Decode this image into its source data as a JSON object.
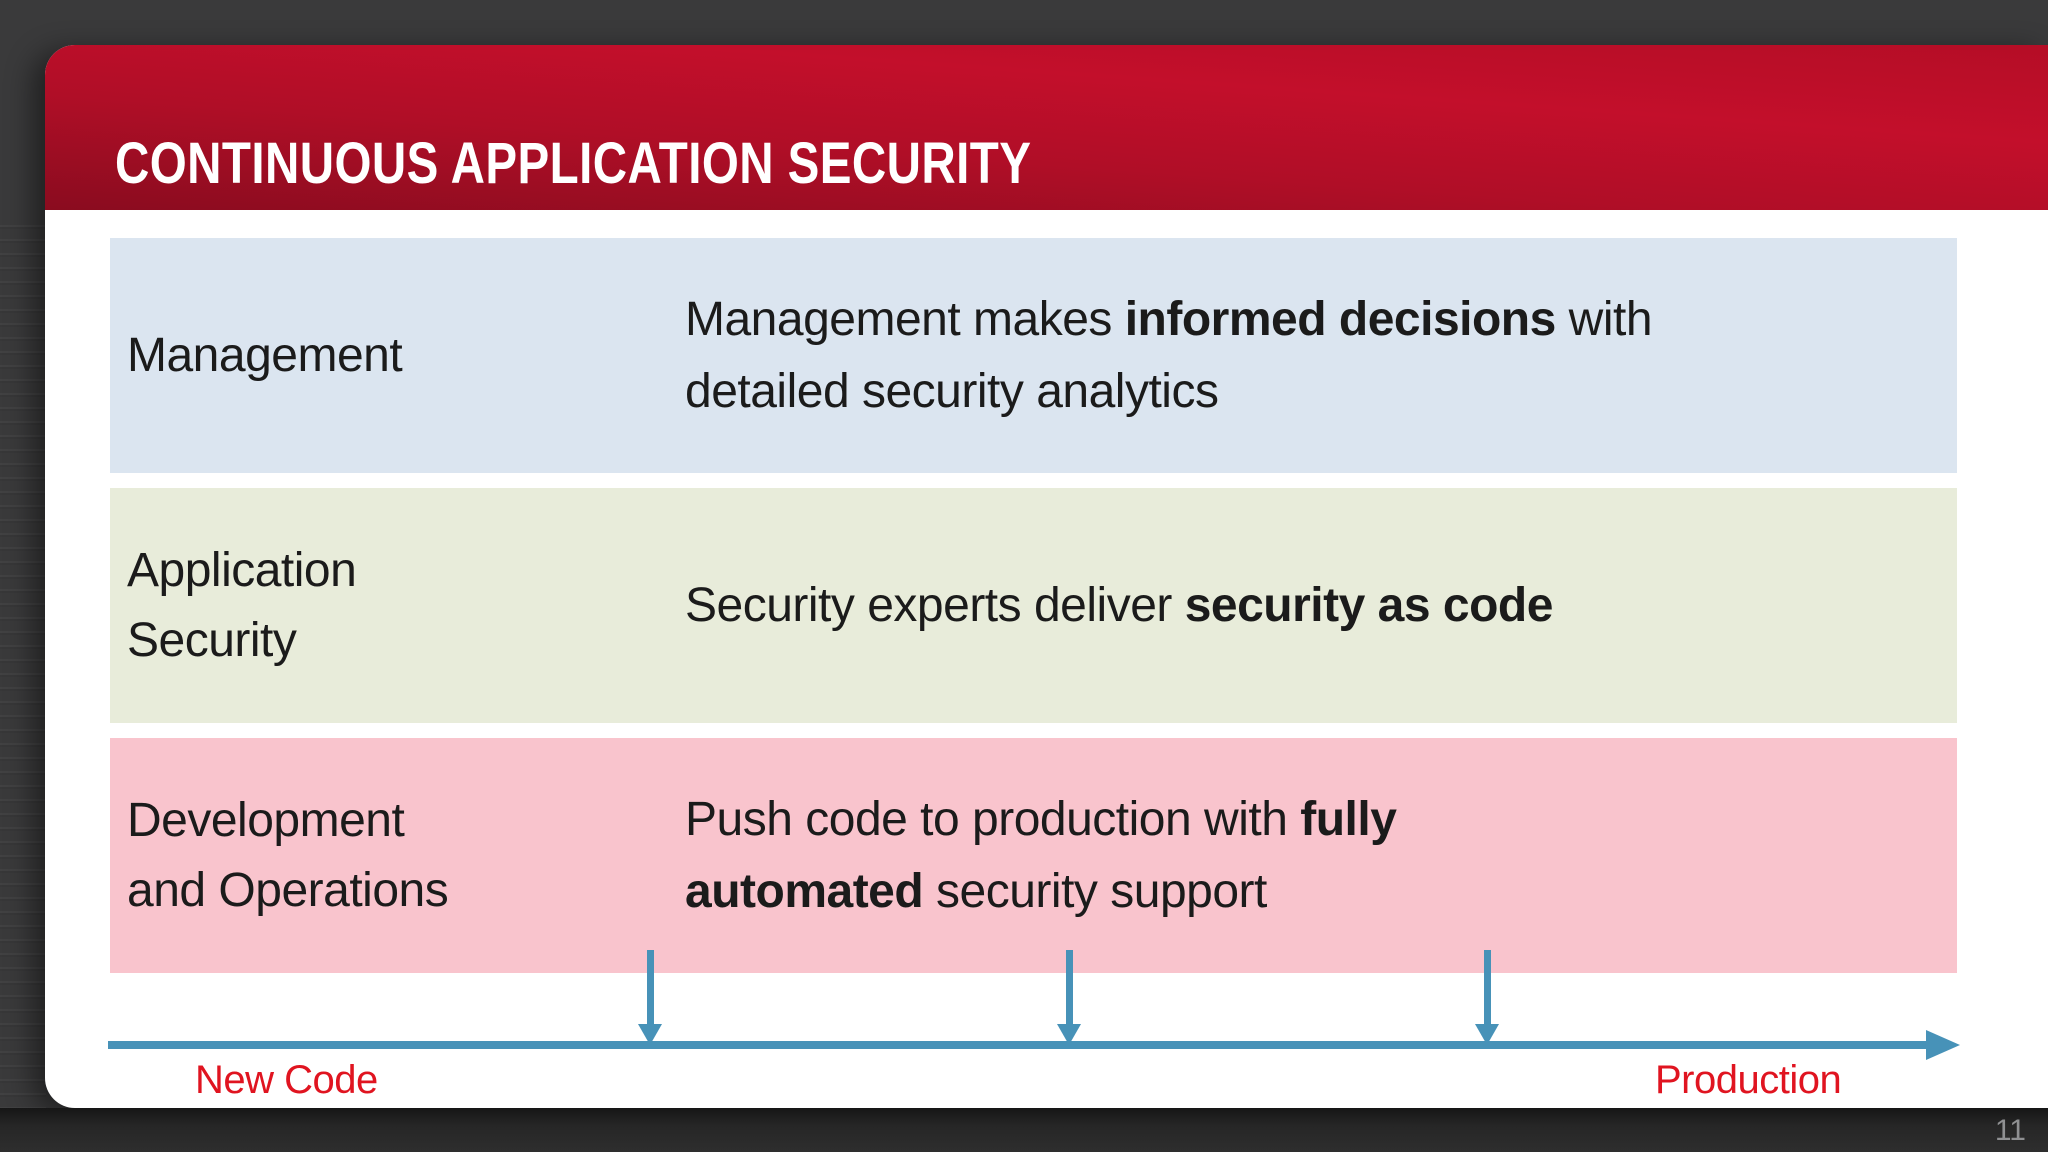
{
  "slide": {
    "title": "CONTINUOUS APPLICATION SECURITY",
    "page_number": "11",
    "rows": [
      {
        "label_lines": [
          "Management"
        ],
        "description_lines": [
          [
            {
              "text": "Management makes ",
              "bold": false
            },
            {
              "text": "informed decisions",
              "bold": true
            },
            {
              "text": " with",
              "bold": false
            }
          ],
          [
            {
              "text": "detailed security analytics",
              "bold": false
            }
          ]
        ],
        "bg_color": "#dbe5f0"
      },
      {
        "label_lines": [
          "Application",
          "Security"
        ],
        "description_lines": [
          [
            {
              "text": "Security experts deliver ",
              "bold": false
            },
            {
              "text": "security as code",
              "bold": true
            }
          ]
        ],
        "bg_color": "#e8ecda"
      },
      {
        "label_lines": [
          "Development",
          "and Operations"
        ],
        "description_lines": [
          [
            {
              "text": "Push code to production with ",
              "bold": false
            },
            {
              "text": "fully",
              "bold": true
            }
          ],
          [
            {
              "text": "automated",
              "bold": true
            },
            {
              "text": " security support",
              "bold": false
            }
          ]
        ],
        "bg_color": "#f9c4cd"
      }
    ],
    "timeline": {
      "start_label": "New Code",
      "end_label": "Production",
      "marker_count": 3,
      "arrow_color": "#4792b8",
      "label_color": "#e01420"
    },
    "colors": {
      "header_red_top": "#c30f2b",
      "header_red_bottom": "#8a0c1f",
      "viewer_background": "#3a3a3b",
      "text": "#1b1b1b"
    }
  }
}
